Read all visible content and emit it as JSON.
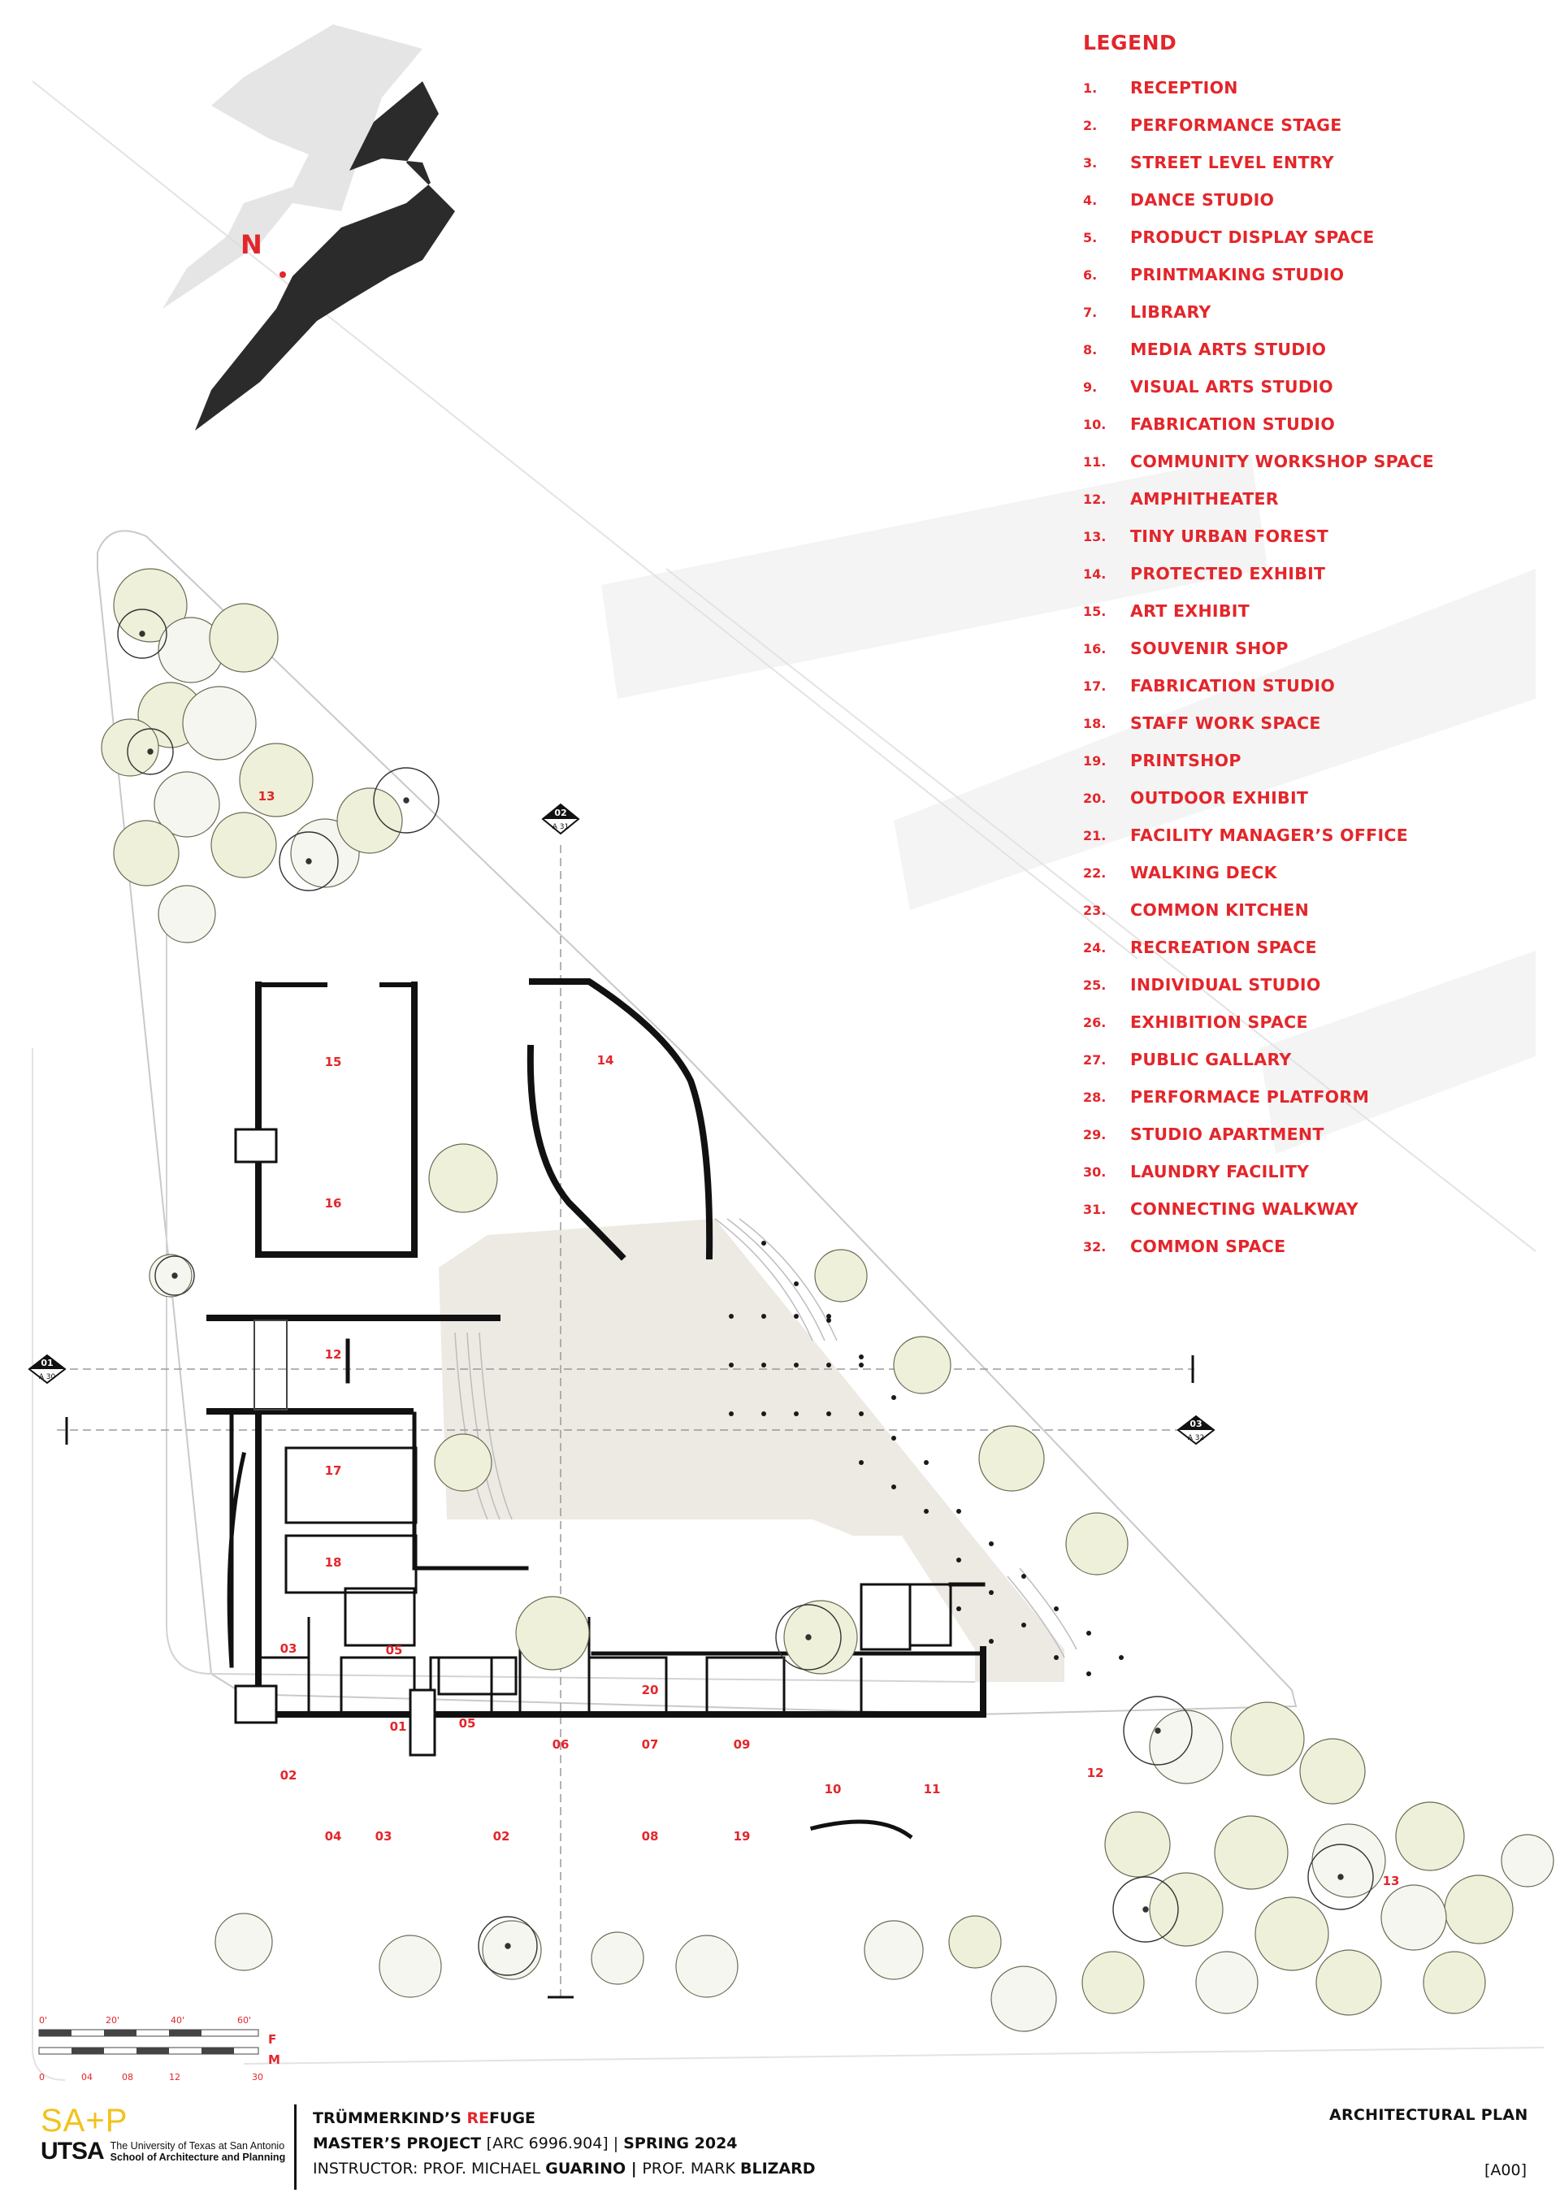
{
  "legend": {
    "title": "LEGEND",
    "items": [
      {
        "num": "1.",
        "label": "RECEPTION"
      },
      {
        "num": "2.",
        "label": "PERFORMANCE STAGE"
      },
      {
        "num": "3.",
        "label": "STREET LEVEL ENTRY"
      },
      {
        "num": "4.",
        "label": "DANCE STUDIO"
      },
      {
        "num": "5.",
        "label": "PRODUCT DISPLAY SPACE"
      },
      {
        "num": "6.",
        "label": "PRINTMAKING STUDIO"
      },
      {
        "num": "7.",
        "label": "LIBRARY"
      },
      {
        "num": "8.",
        "label": "MEDIA ARTS STUDIO"
      },
      {
        "num": "9.",
        "label": "VISUAL ARTS STUDIO"
      },
      {
        "num": "10.",
        "label": "FABRICATION STUDIO"
      },
      {
        "num": "11.",
        "label": "COMMUNITY WORKSHOP SPACE"
      },
      {
        "num": "12.",
        "label": "AMPHITHEATER"
      },
      {
        "num": "13.",
        "label": "TINY URBAN FOREST"
      },
      {
        "num": "14.",
        "label": "PROTECTED EXHIBIT"
      },
      {
        "num": "15.",
        "label": "ART EXHIBIT"
      },
      {
        "num": "16.",
        "label": "SOUVENIR SHOP"
      },
      {
        "num": "17.",
        "label": "FABRICATION STUDIO"
      },
      {
        "num": "18.",
        "label": "STAFF WORK SPACE"
      },
      {
        "num": "19.",
        "label": "PRINTSHOP"
      },
      {
        "num": "20.",
        "label": "OUTDOOR EXHIBIT"
      },
      {
        "num": "21.",
        "label": "FACILITY MANAGER’S OFFICE"
      },
      {
        "num": "22.",
        "label": "WALKING DECK"
      },
      {
        "num": "23.",
        "label": "COMMON KITCHEN"
      },
      {
        "num": "24.",
        "label": "RECREATION SPACE"
      },
      {
        "num": "25.",
        "label": "INDIVIDUAL STUDIO"
      },
      {
        "num": "26.",
        "label": "EXHIBITION SPACE"
      },
      {
        "num": "27.",
        "label": "PUBLIC GALLARY"
      },
      {
        "num": "28.",
        "label": "PERFORMACE PLATFORM"
      },
      {
        "num": "29.",
        "label": "STUDIO APARTMENT"
      },
      {
        "num": "30.",
        "label": "LAUNDRY FACILITY"
      },
      {
        "num": "31.",
        "label": "CONNECTING WALKWAY"
      },
      {
        "num": "32.",
        "label": "COMMON SPACE"
      }
    ]
  },
  "north": {
    "label": "N"
  },
  "rooms": {
    "r15": "15",
    "r16": "16",
    "r14": "14",
    "r12a": "12",
    "r17": "17",
    "r18": "18",
    "r03a": "03",
    "r05a": "05",
    "r02a": "02",
    "r04": "04",
    "r03b": "03",
    "r01": "01",
    "r05b": "05",
    "r06": "06",
    "r02b": "02",
    "r07": "07",
    "r09": "09",
    "r08": "08",
    "r19": "19",
    "r10": "10",
    "r11": "11",
    "r20": "20",
    "r12b": "12",
    "r13a": "13",
    "r13b": "13"
  },
  "sections": {
    "s01": {
      "num": "01",
      "ref": "A 30"
    },
    "s02": {
      "num": "02",
      "ref": "A 31"
    },
    "s03": {
      "num": "03",
      "ref": "A 32"
    }
  },
  "scale": {
    "ft": [
      "0'",
      "20'",
      "40'",
      "60'"
    ],
    "m": [
      "0",
      "04",
      "08",
      "12",
      "30"
    ],
    "unit_f": "F",
    "unit_m": "M"
  },
  "logo": {
    "sap": "SA+P",
    "utsa": "UTSA",
    "line1": "The University of Texas at San Antonio",
    "line2": "School of Architecture and Planning"
  },
  "project": {
    "title_a": "TRÜMMERKIND’S ",
    "title_red": "RE",
    "title_b": "FUGE",
    "course_a": "MASTER’S PROJECT ",
    "course_b": "[ARC 6996.904]",
    "course_c": "  | ",
    "course_d": "SPRING 2024",
    "instr_a": "INSTRUCTOR: PROF. MICHAEL ",
    "instr_b": "GUARINO",
    "instr_c": " | ",
    "instr_d": "PROF. MARK ",
    "instr_e": "BLIZARD"
  },
  "sheet": {
    "title": "ARCHITECTURAL PLAN",
    "number": "[A00]"
  },
  "colors": {
    "accent": "#e3262b",
    "sap_yellow": "#f2c21b",
    "plaza": "#ede9e3",
    "tree_fill": "#eef0d9"
  }
}
